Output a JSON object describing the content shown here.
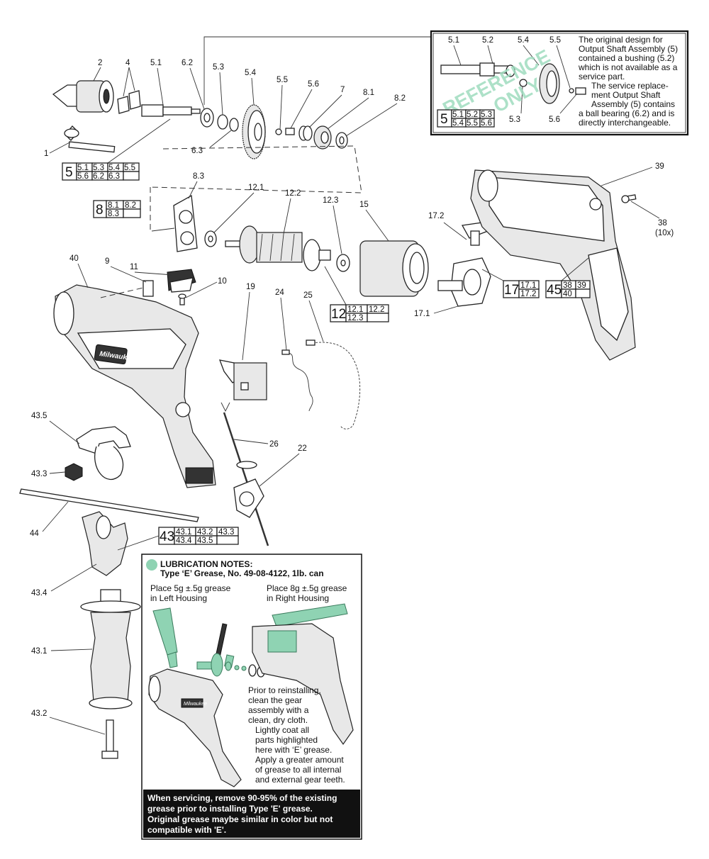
{
  "callouts": {
    "c1": "1",
    "c2": "2",
    "c4": "4",
    "c5_1": "5.1",
    "c6_2": "6.2",
    "c5_3": "5.3",
    "c5_4": "5.4",
    "c5_5": "5.5",
    "c5_6": "5.6",
    "c7": "7",
    "c8_1": "8.1",
    "c8_2": "8.2",
    "c6_3": "6.3",
    "c8_3": "8.3",
    "c12_1": "12.1",
    "c12_2": "12.2",
    "c12_3": "12.3",
    "c15": "15",
    "c17_2": "17.2",
    "c17_1": "17.1",
    "c39": "39",
    "c38": "38",
    "c38_qty": "(10x)",
    "c40": "40",
    "c9": "9",
    "c11": "11",
    "c10": "10",
    "c19": "19",
    "c24": "24",
    "c25": "25",
    "c26": "26",
    "c22": "22",
    "c43_5": "43.5",
    "c43_3": "43.3",
    "c44": "44",
    "c43_4": "43.4",
    "c43_1": "43.1",
    "c43_2": "43.2"
  },
  "inset": {
    "c5_1": "5.1",
    "c5_2": "5.2",
    "c5_4": "5.4",
    "c5_5": "5.5",
    "c5_3": "5.3",
    "c5_6": "5.6",
    "watermark_1": "REFERENCE",
    "watermark_2": "ONLY",
    "text_lines": [
      "The original design for",
      "Output Shaft Assembly (5)",
      "contained a bushing (5.2)",
      "which is not available as a",
      "service part.",
      "The service replace-",
      "ment Output Shaft",
      "Assembly (5) contains",
      "a ball bearing (6.2) and is",
      "directly interchangeable."
    ],
    "group": {
      "main": "5",
      "cells": [
        "5.1",
        "5.2",
        "5.3",
        "5.4",
        "5.5",
        "5.6"
      ]
    }
  },
  "groups": {
    "g5": {
      "main": "5",
      "cells": [
        "5.1",
        "5.3",
        "5.4",
        "5.5",
        "5.6",
        "6.2",
        "6.3",
        ""
      ]
    },
    "g8": {
      "main": "8",
      "cells": [
        "8.1",
        "8.2",
        "8.3",
        ""
      ]
    },
    "g12": {
      "main": "12",
      "cells": [
        "12.1",
        "12.2",
        "12.3",
        ""
      ]
    },
    "g17": {
      "main": "17",
      "cells": [
        "17.1",
        "17.2"
      ]
    },
    "g45": {
      "main": "45",
      "cells": [
        "38",
        "39",
        "40",
        ""
      ]
    },
    "g43": {
      "main": "43",
      "cells": [
        "43.1",
        "43.2",
        "43.3",
        "43.4",
        "43.5",
        ""
      ]
    }
  },
  "lubrication": {
    "title": "LUBRICATION NOTES:",
    "subtitle": "Type ‘E’ Grease, No. 49-08-4122, 1lb. can",
    "left_1": "Place 5g ±.5g grease",
    "left_2": "in Left Housing",
    "right_1": "Place 8g ±.5g grease",
    "right_2": "in Right Housing",
    "body": [
      "Prior to reinstalling,",
      "clean the gear",
      "assembly with a",
      "clean, dry cloth.",
      "Lightly coat all",
      "parts highlighted",
      "here with ‘E’ grease.",
      "Apply a greater amount",
      "of grease to all internal",
      "and external gear teeth."
    ],
    "footer": [
      "When servicing, remove 90-95% of the existing",
      "grease prior to installing Type 'E' grease.",
      "Original grease maybe similar in color but not",
      "compatible with 'E'."
    ],
    "accent": "#8fd3b3"
  },
  "brand": "Milwaukee"
}
